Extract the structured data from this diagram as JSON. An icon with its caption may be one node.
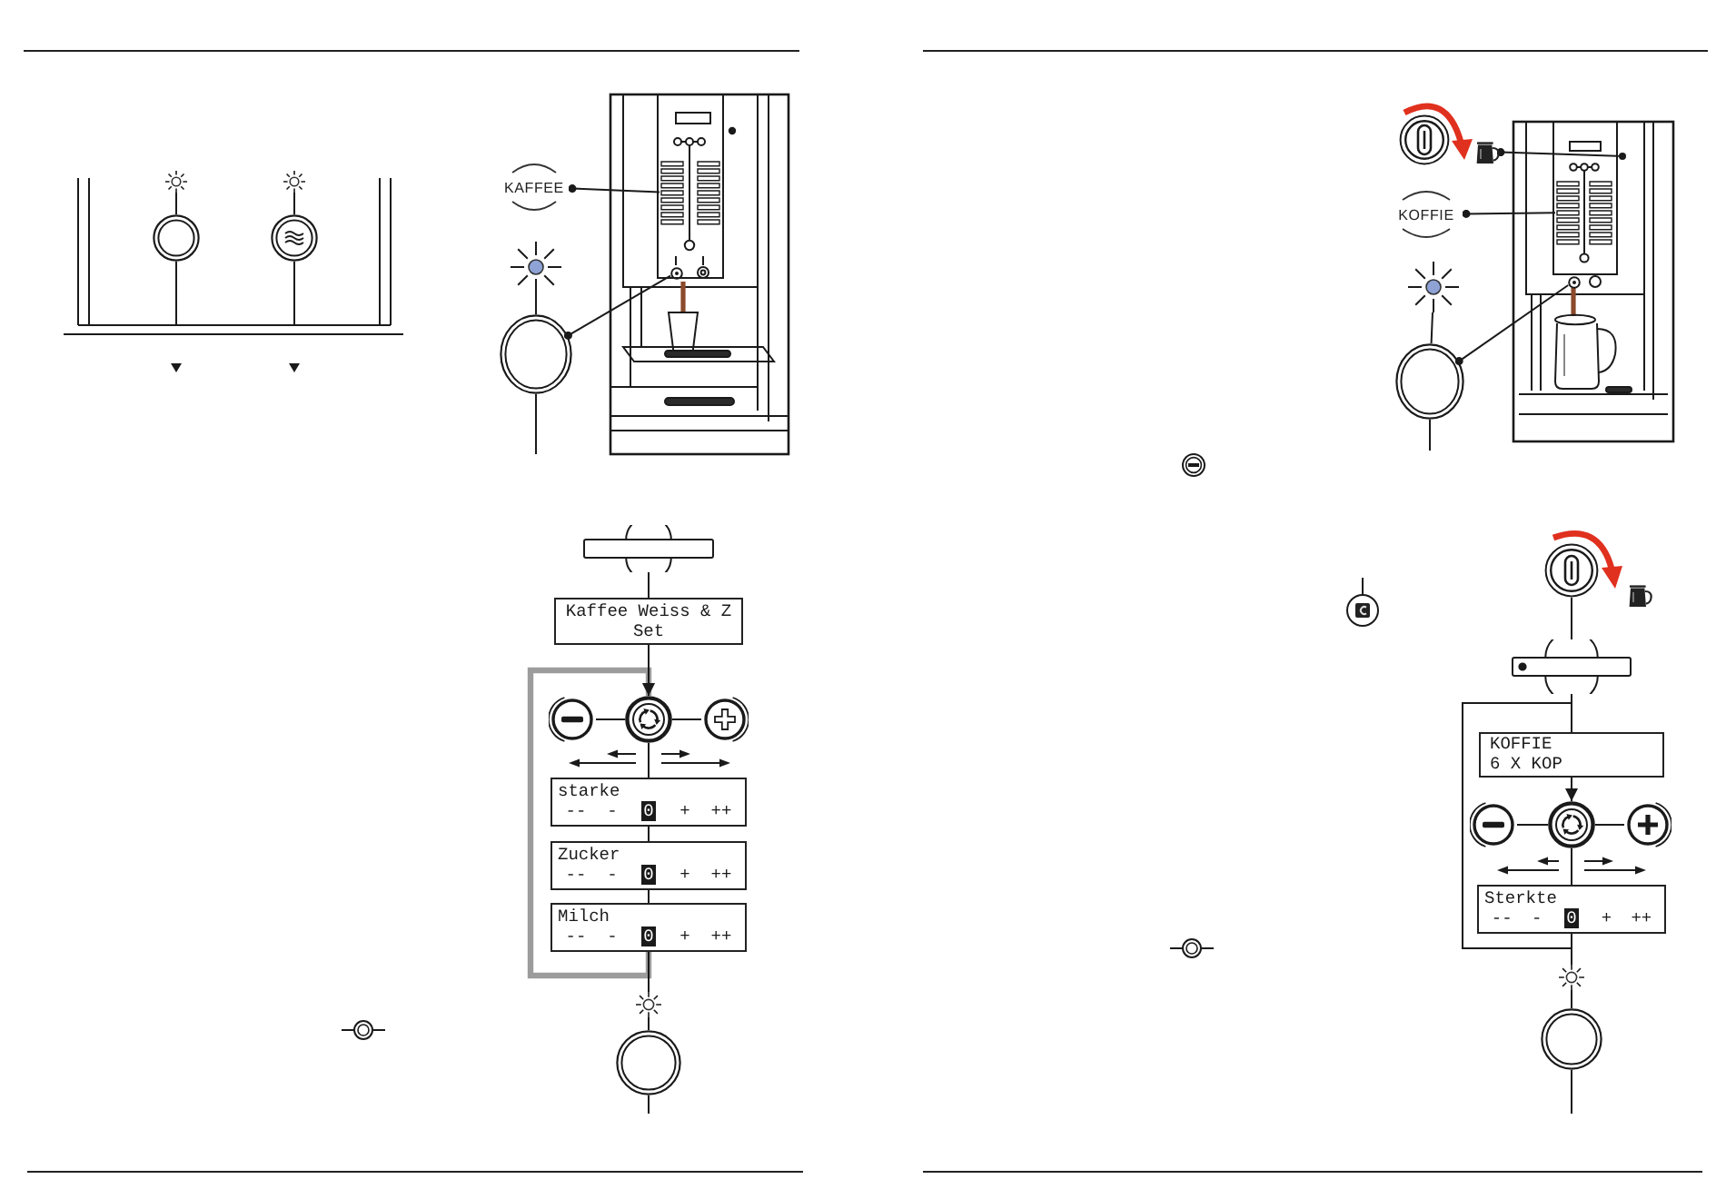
{
  "diagram": {
    "nodes": [
      {
        "text": [],
        "shape": "circle"
      },
      {
        "text": [],
        "shape": "circle"
      },
      {
        "text": [],
        "shape": "circle"
      },
      {
        "text": [],
        "shape": "circle"
      },
      {
        "text": [
          "KAFFEE"
        ]
      },
      {
        "text": [],
        "shape": "circle"
      },
      {
        "text": [],
        "shape": "circle"
      },
      {
        "text": [],
        "shape": "bar"
      },
      {
        "text": [
          "Kaffee Weiss & Z Set"
        ]
      },
      {
        "text": [],
        "shape": "circle"
      },
      {
        "text": [],
        "shape": "circle"
      },
      {
        "text": [],
        "shape": "circle"
      },
      {
        "text": [
          "starke",
          "--",
          "-",
          "0",
          "+",
          "++"
        ]
      },
      {
        "text": [
          "Zucker",
          "--",
          "-",
          "0",
          "+",
          "++"
        ]
      },
      {
        "text": [
          "Milch",
          "--",
          "-",
          "0",
          "+",
          "++"
        ]
      },
      {
        "text": [],
        "shape": "circle"
      },
      {
        "text": [],
        "shape": "circle"
      },
      {
        "text": [],
        "shape": "circle"
      },
      {
        "text": [],
        "shape": "picture"
      },
      {
        "text": [
          "KOFFIE"
        ]
      },
      {
        "text": [],
        "shape": "circle"
      },
      {
        "text": [],
        "shape": "circle"
      },
      {
        "text": [],
        "shape": "circle"
      },
      {
        "text": [],
        "shape": "bar"
      },
      {
        "text": [
          "KOFFIE",
          "6 X KOP"
        ]
      },
      {
        "text": [],
        "shape": "circle"
      },
      {
        "text": [],
        "shape": "circle"
      },
      {
        "text": [],
        "shape": "circle"
      },
      {
        "text": [
          "Sterkte",
          "--",
          "-",
          "0",
          "+",
          "++"
        ]
      },
      {
        "text": [],
        "shape": "circle"
      },
      {
        "text": [],
        "shape": "circle"
      },
      {
        "text": [],
        "shape": "box"
      },
      {
        "text": [],
        "shape": "circle"
      },
      {
        "text": [],
        "shape": "circle"
      },
      {
        "text": [],
        "shape": "box"
      },
      {
        "text": [],
        "shape": "circle"
      }
    ],
    "edges": [
      {
        "from": 0,
        "to": 1,
        "arrow": "none"
      },
      {
        "from": 1,
        "to": null,
        "arrow": "none"
      },
      {
        "from": 2,
        "to": 3,
        "arrow": "none"
      },
      {
        "from": 3,
        "to": null,
        "arrow": "none"
      },
      {
        "from": 4,
        "to": 31,
        "arrow": "other"
      },
      {
        "from": 5,
        "to": 6,
        "arrow": "none"
      },
      {
        "from": 6,
        "to": 32,
        "arrow": "other"
      },
      {
        "from": 6,
        "to": null,
        "arrow": "none"
      },
      {
        "from": 7,
        "to": 8,
        "arrow": "none"
      },
      {
        "from": 8,
        "to": 10,
        "arrow": "to"
      },
      {
        "from": 9,
        "to": 10,
        "arrow": "none"
      },
      {
        "from": 10,
        "to": 11,
        "arrow": "none"
      },
      {
        "from": 10,
        "to": 12,
        "arrow": "none"
      },
      {
        "from": 12,
        "to": 13,
        "arrow": "none"
      },
      {
        "from": 13,
        "to": 14,
        "arrow": "none"
      },
      {
        "from": 14,
        "to": 10,
        "arrow": "to",
        "style": "thick",
        "color": "#9c9c9c"
      },
      {
        "from": 14,
        "to": 15,
        "arrow": "none"
      },
      {
        "from": 15,
        "to": 16,
        "arrow": "none"
      },
      {
        "from": 16,
        "to": null,
        "arrow": "none"
      },
      {
        "from": 18,
        "to": 33,
        "arrow": "other"
      },
      {
        "from": 19,
        "to": 34,
        "arrow": "other"
      },
      {
        "from": 20,
        "to": 21,
        "arrow": "none"
      },
      {
        "from": 21,
        "to": 35,
        "arrow": "other"
      },
      {
        "from": 21,
        "to": null,
        "arrow": "none"
      },
      {
        "from": 22,
        "to": 23,
        "arrow": "none"
      },
      {
        "from": 23,
        "to": 24,
        "arrow": "none"
      },
      {
        "from": 24,
        "to": 26,
        "arrow": "to"
      },
      {
        "from": 25,
        "to": 26,
        "arrow": "none"
      },
      {
        "from": 26,
        "to": 27,
        "arrow": "none"
      },
      {
        "from": 26,
        "to": 28,
        "arrow": "none"
      },
      {
        "from": 28,
        "to": 24,
        "arrow": "none"
      },
      {
        "from": 28,
        "to": 29,
        "arrow": "none"
      },
      {
        "from": 29,
        "to": 30,
        "arrow": "none"
      },
      {
        "from": 30,
        "to": null,
        "arrow": "none"
      }
    ]
  }
}
